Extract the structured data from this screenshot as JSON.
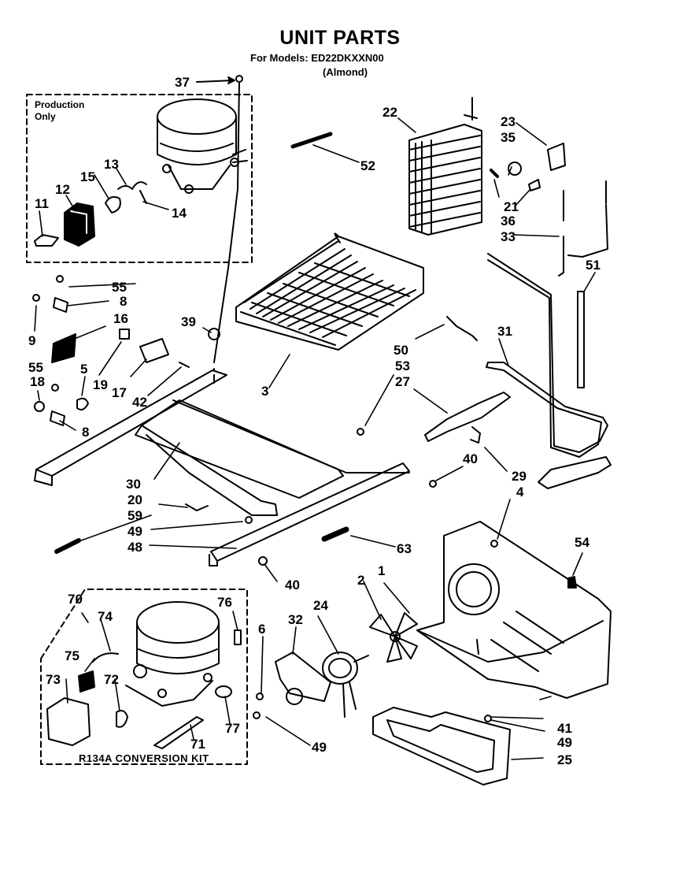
{
  "title": "UNIT PARTS",
  "model_line": "For Models: ED22DKXXN00",
  "variant": "(Almond)",
  "production_box_label": [
    "Production",
    "Only"
  ],
  "kit_label": "R134A CONVERSION KIT",
  "callouts": {
    "c1": "1",
    "c2": "2",
    "c3": "3",
    "c4": "4",
    "c5": "5",
    "c6": "6",
    "c8a": "8",
    "c8b": "8",
    "c9": "9",
    "c11": "11",
    "c12": "12",
    "c13": "13",
    "c14": "14",
    "c15": "15",
    "c16": "16",
    "c17": "17",
    "c18": "18",
    "c19": "19",
    "c20": "20",
    "c21": "21",
    "c22": "22",
    "c23": "23",
    "c24": "24",
    "c25": "25",
    "c27": "27",
    "c29": "29",
    "c30": "30",
    "c31": "31",
    "c32": "32",
    "c33": "33",
    "c35": "35",
    "c36": "36",
    "c37": "37",
    "c39": "39",
    "c40a": "40",
    "c40b": "40",
    "c41": "41",
    "c42": "42",
    "c48": "48",
    "c49a": "49",
    "c49b": "49",
    "c49c": "49",
    "c50": "50",
    "c51": "51",
    "c52": "52",
    "c53": "53",
    "c54": "54",
    "c55a": "55",
    "c55b": "55",
    "c59": "59",
    "c63": "63",
    "c70": "70",
    "c71": "71",
    "c72": "72",
    "c73": "73",
    "c74": "74",
    "c75": "75",
    "c76": "76",
    "c77": "77"
  }
}
